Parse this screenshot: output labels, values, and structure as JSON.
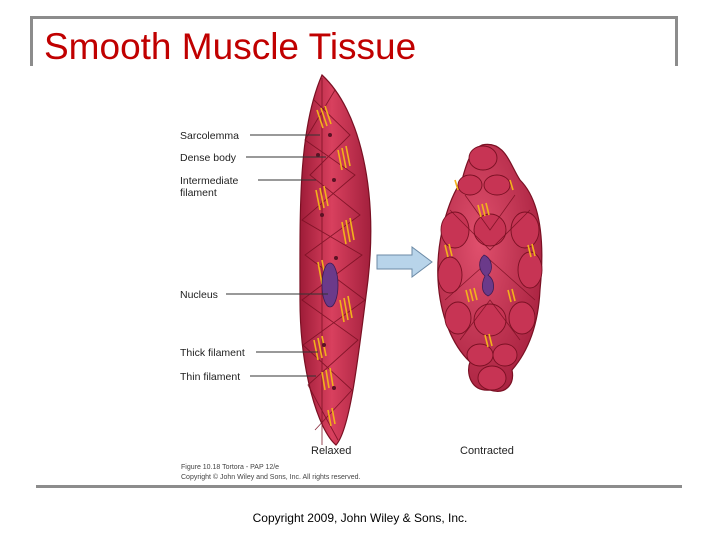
{
  "slide": {
    "title": "Smooth Muscle Tissue",
    "footer": "Copyright 2009, John Wiley & Sons, Inc."
  },
  "figure": {
    "labels": [
      "Sarcolemma",
      "Dense body",
      "Intermediate",
      "filament",
      "Nucleus",
      "Thick filament",
      "Thin filament"
    ],
    "captions": {
      "relaxed": "Relaxed",
      "contracted": "Contracted"
    },
    "credit_line1": "Figure 10.18 Tortora - PAP 12/e",
    "credit_line2": "Copyright © John Wiley and Sons, Inc. All rights reserved."
  },
  "colors": {
    "title": "#c00000",
    "cell_fill": "#c22a4a",
    "cell_stroke": "#7a1023",
    "filament": "#f2b21b",
    "nucleus": "#6b3a8a",
    "arrow": "#b8d4ea"
  }
}
